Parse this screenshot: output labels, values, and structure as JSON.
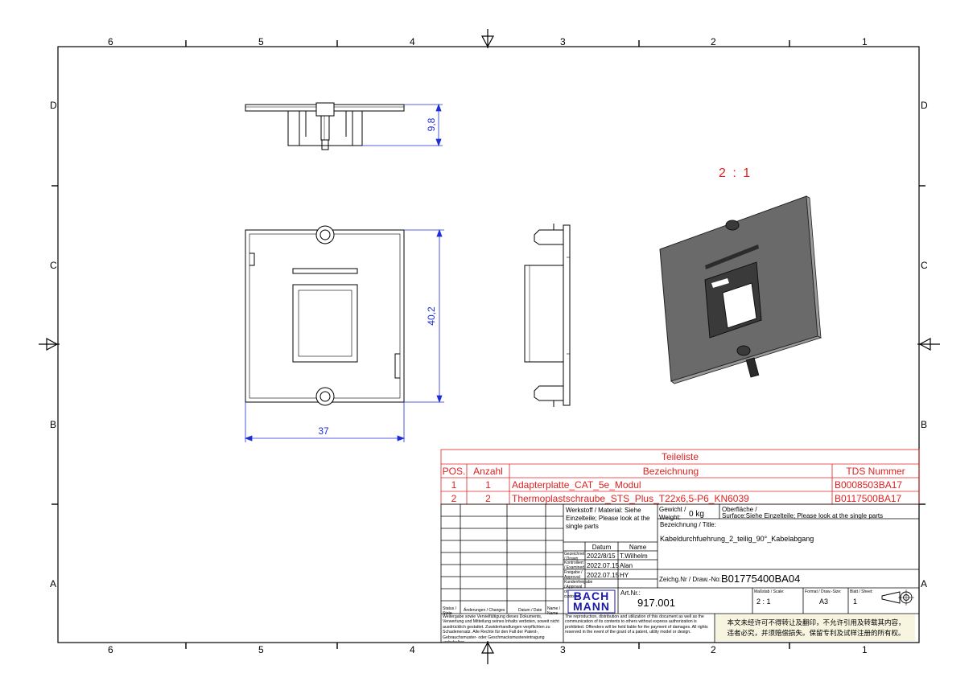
{
  "zones": {
    "columns_top": [
      "6",
      "5",
      "4",
      "3",
      "2",
      "1"
    ],
    "columns_bottom": [
      "6",
      "5",
      "4",
      "3",
      "2",
      "1"
    ],
    "rows_left": [
      "D",
      "C",
      "B",
      "A"
    ],
    "rows_right": [
      "D",
      "C",
      "B",
      "A"
    ]
  },
  "dimensions": {
    "height_top_view": "9,8",
    "height_front_view": "40,2",
    "width_front_view": "37"
  },
  "scale_note": "2 : 1",
  "parts_list": {
    "title": "Teileliste",
    "headers": {
      "pos": "POS.",
      "qty": "Anzahl",
      "desc": "Bezeichnung",
      "tds": "TDS Nummer"
    },
    "rows": [
      {
        "pos": "1",
        "qty": "1",
        "desc": "Adapterplatte_CAT_5e_Modul",
        "tds": "B0008503BA17"
      },
      {
        "pos": "2",
        "qty": "2",
        "desc": "Thermoplastschraube_STS_Plus_T22x6,5-P6_KN6039",
        "tds": "B0117500BA17"
      }
    ]
  },
  "title_block": {
    "material_label": "Werkstoff / Material: Siehe Einzelteile; Please look at the single parts",
    "weight_label": "Gewicht / Weight:",
    "weight_value": "0 kg",
    "surface_label": "Oberfläche /",
    "surface_value": "Surface:Siehe Einzelteile; Please look at the single parts",
    "title_label": "Bezeichnung / Title:",
    "title_value": "Kabeldurchfuehrung_2_teilig_90°_Kabelabgang",
    "date_header": "Datum",
    "name_header": "Name",
    "drawn_label": "Gezeichnet / Drawn",
    "drawn_date": "2022/8/15",
    "drawn_name": "T.Wilhelm",
    "checked_label": "Kontrolliert / Examined",
    "checked_date": "2022.07.15",
    "checked_name": "Alan",
    "approved_label": "Freigabe / Approval",
    "approved_date": "2022.07.15",
    "approved_name": "HY",
    "customer_label": "Kundenfreigabe / Approval of customer",
    "drawing_no_label": "Zeichg.Nr / Draw.-No:",
    "drawing_no": "B01775400BA04",
    "logo_top": "BACH",
    "logo_bottom": "MANN",
    "art_no_label": "Art.Nr.:",
    "art_no": "917.001",
    "scale_label": "Maßstab / Scale:",
    "scale_value": "2 : 1",
    "format_label": "Format / Draw.-Size:",
    "format_value": "A3",
    "sheet_label": "Blatt / Sheet:",
    "sheet_value": "1",
    "status_label": "Status / State",
    "changes_label": "Änderungen / Changes",
    "date_col_label": "Datum / Date",
    "name_col_label": "Name / Name",
    "legal_de": "Weitergabe sowie Vervielfältigung dieses Dokuments, Verwertung und Mitteilung seines Inhalts verboten, soweit nicht ausdrücklich gestattet. Zuwiderhandlungen verpflichten zu Schadenersatz. Alle Rechte für den Fall der Patent-, Gebrauchsmuster- oder Geschmacksmustereintragung vorbehalten.",
    "legal_en": "The reproduction, distribution and utilization of this document as well as the communication of its contents to others without express authorization is prohibited. Offenders will be held liable for the payment of damages. All rights reserved in the event of the grant of a patent, utility model or design.",
    "legal_cn_1": "本文未经许可不得转让及翻印，不允许引用及转载其内容，",
    "legal_cn_2": "违者必究，并须赔偿损失。保留专利及试样注册的所有权。"
  }
}
